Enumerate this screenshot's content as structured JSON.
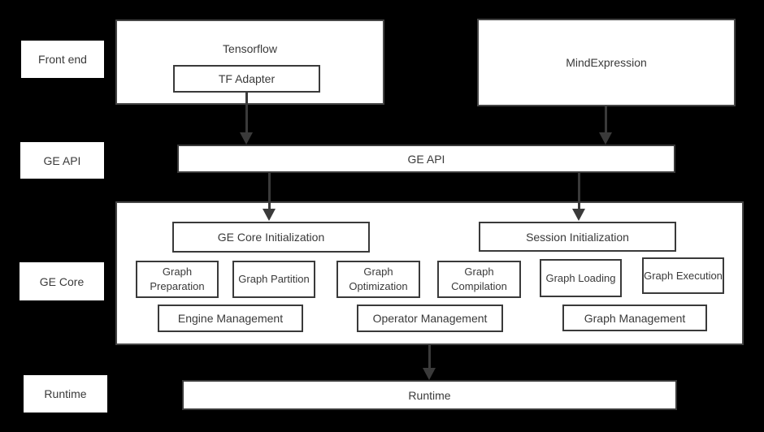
{
  "colors": {
    "background": "#000000",
    "box_fill": "#ffffff",
    "border": "#3a3a3a",
    "text": "#3a3a3a",
    "arrow": "#3a3a3a"
  },
  "side_labels": {
    "front_end": "Front end",
    "ge_api": "GE API",
    "ge_core": "GE Core",
    "runtime": "Runtime"
  },
  "front_end": {
    "tensorflow_label": "Tensorflow",
    "tf_adapter_label": "TF Adapter",
    "mind_expression_label": "MindExpression"
  },
  "ge_api": {
    "label": "GE API"
  },
  "ge_core": {
    "init_label": "GE Core Initialization",
    "session_init_label": "Session Initialization",
    "stages": [
      "Graph Preparation",
      "Graph Partition",
      "Graph Optimization",
      "Graph Compilation",
      "Graph Loading",
      "Graph Execution"
    ],
    "managers": [
      "Engine Management",
      "Operator Management",
      "Graph Management"
    ]
  },
  "runtime": {
    "label": "Runtime"
  }
}
